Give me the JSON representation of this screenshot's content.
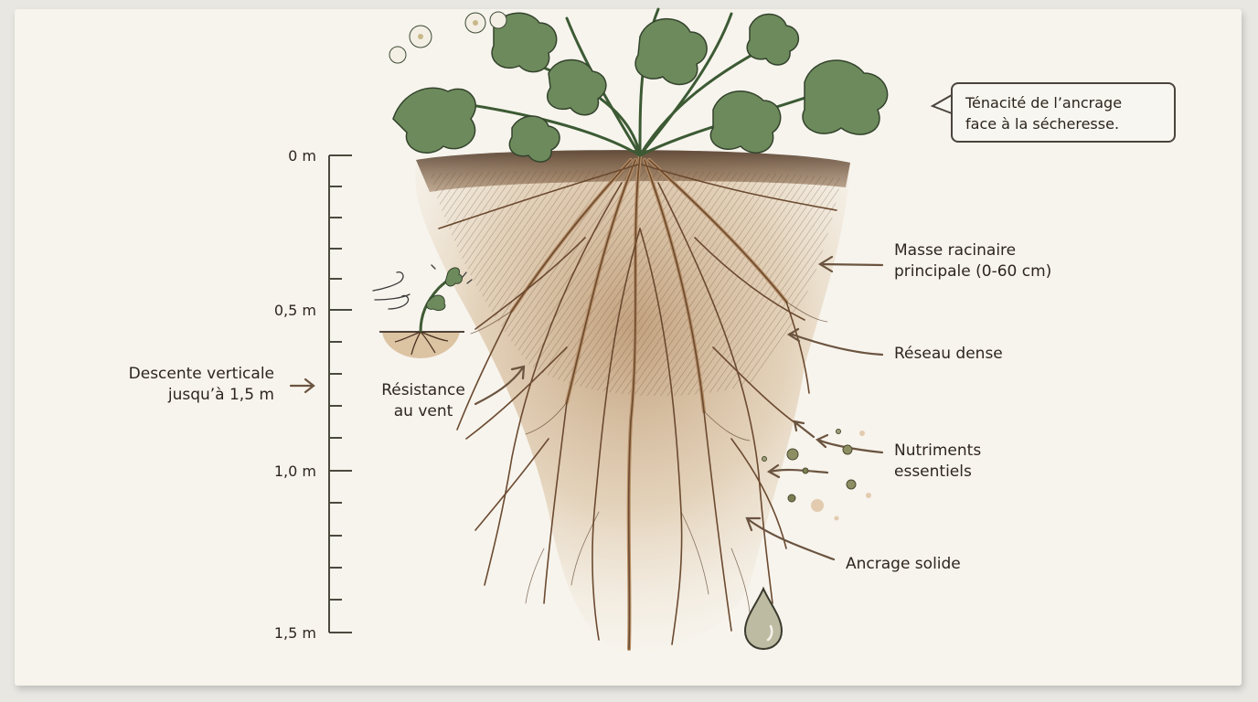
{
  "diagram": {
    "title_bubble": {
      "line1": "Ténacité de l’ancrage",
      "line2": "face à la sécheresse."
    },
    "depth_scale": {
      "unit": "m",
      "ticks": [
        {
          "label": "0 m",
          "depth": 0
        },
        {
          "label": "0,5 m",
          "depth": 0.5
        },
        {
          "label": "1,0 m",
          "depth": 1.0
        },
        {
          "label": "1,5 m",
          "depth": 1.5
        }
      ],
      "minor_tick_step": 0.1
    },
    "left_callouts": {
      "vertical_descent": {
        "line1": "Descente verticale",
        "line2": "jusqu’à 1,5 m"
      },
      "wind_resistance": {
        "line1": "Résistance",
        "line2": "au vent"
      }
    },
    "right_callouts": {
      "main_root_mass": {
        "line1": "Masse racinaire",
        "line2": "principale (0-60 cm)"
      },
      "dense_network": {
        "line1": "Réseau dense"
      },
      "nutrients": {
        "line1": "Nutriments",
        "line2": "essentiels"
      },
      "anchorage": {
        "line1": "Ancrage solide"
      }
    },
    "icons": [
      "plant-foliage-icon",
      "root-system-icon",
      "wind-seedling-icon",
      "nutrient-dots-icon",
      "water-drop-icon"
    ],
    "colors": {
      "paper": "#f7f4ed",
      "leaf_green": "#5d7a4f",
      "leaf_dark": "#33432c",
      "soil_dark": "#5a3f2a",
      "soil_wash": "#d9bf9e",
      "root": "#c9a47e",
      "arrow": "#6b5440",
      "text": "#2e261e"
    }
  }
}
